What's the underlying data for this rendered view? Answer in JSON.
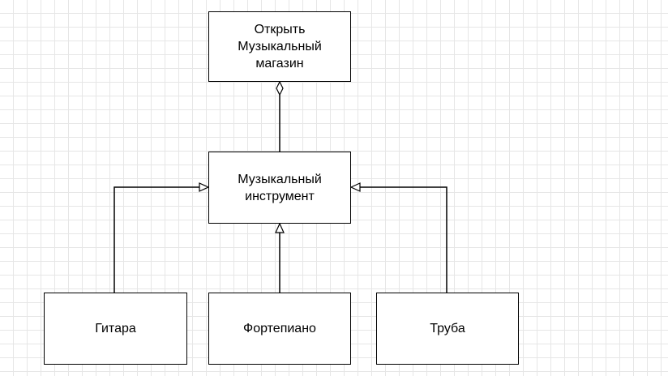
{
  "diagram": {
    "nodes": {
      "store": {
        "label": "Открыть\nМузыкальный\nмагазин"
      },
      "instrument": {
        "label": "Музыкальный\nинструмент"
      },
      "guitar": {
        "label": "Гитара"
      },
      "piano": {
        "label": "Фортепиано"
      },
      "trumpet": {
        "label": "Труба"
      }
    },
    "edges": [
      {
        "from": "instrument",
        "to": "store",
        "type": "aggregation"
      },
      {
        "from": "guitar",
        "to": "instrument",
        "type": "generalization"
      },
      {
        "from": "piano",
        "to": "instrument",
        "type": "generalization"
      },
      {
        "from": "trumpet",
        "to": "instrument",
        "type": "generalization"
      }
    ],
    "colors": {
      "stroke": "#000000",
      "fill": "#ffffff",
      "grid": "#e6e6e6"
    }
  }
}
